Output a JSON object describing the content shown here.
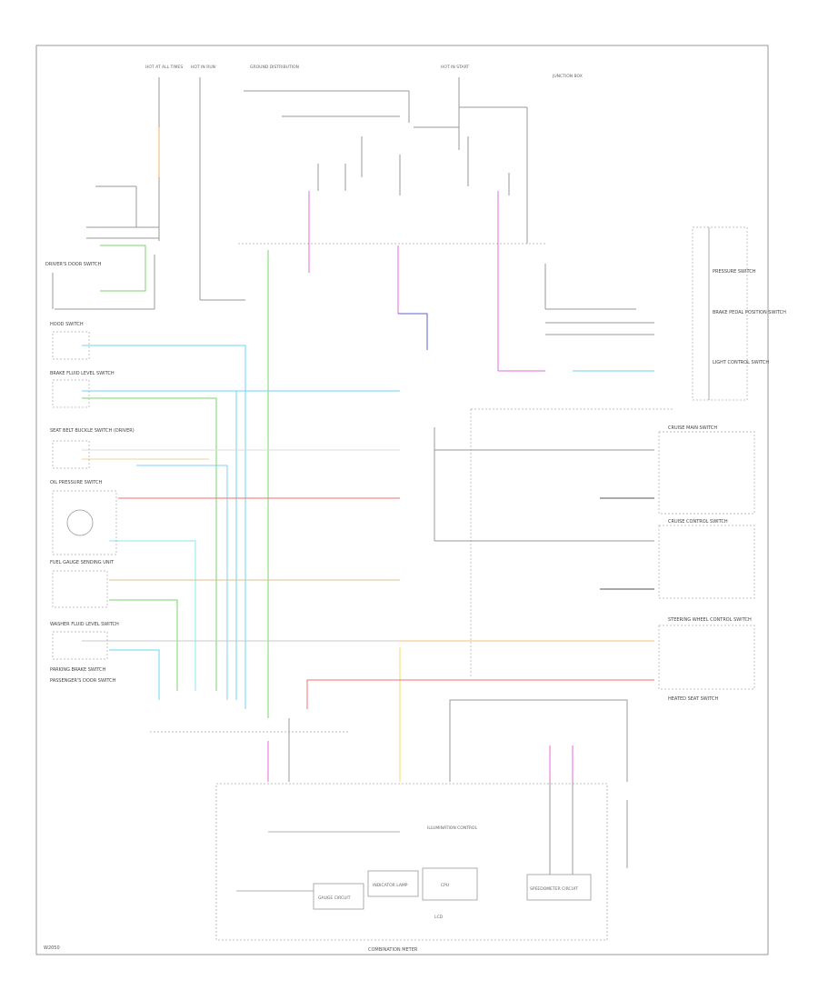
{
  "page_ref": "W2050",
  "footer_label": "COMBINATION METER",
  "colors": {
    "gray": "#9a9a9a",
    "dark": "#555555",
    "orange": "#f0b070",
    "green": "#7ad66a",
    "cyan": "#6fd6f0",
    "magenta": "#e36ee3",
    "blue": "#6060d0",
    "red": "#f07070",
    "yellow": "#f0e060",
    "tan": "#d8b070",
    "lightcyan": "#88e8f0"
  },
  "left_components": [
    {
      "key": "door",
      "label": "DRIVER'S DOOR SWITCH"
    },
    {
      "key": "hood",
      "label": "HOOD SWITCH"
    },
    {
      "key": "brake",
      "label": "BRAKE FLUID LEVEL SWITCH"
    },
    {
      "key": "seatbelt",
      "label": "SEAT BELT BUCKLE SWITCH (DRIVER)"
    },
    {
      "key": "oil",
      "label": "OIL PRESSURE SWITCH"
    },
    {
      "key": "fuel",
      "label": "FUEL GAUGE SENDING UNIT"
    },
    {
      "key": "washer",
      "label": "WASHER FLUID LEVEL SWITCH"
    },
    {
      "key": "park",
      "label": "PARKING BRAKE SWITCH"
    },
    {
      "key": "pass",
      "label": "PASSENGER'S DOOR SWITCH"
    }
  ],
  "right_components": [
    {
      "key": "cruise_main",
      "label": "CRUISE MAIN SWITCH"
    },
    {
      "key": "cruise_ctrl",
      "label": "CRUISE CONTROL SWITCH"
    },
    {
      "key": "steering",
      "label": "STEERING WHEEL CONTROL SWITCH"
    },
    {
      "key": "heated",
      "label": "HEATED SEAT SWITCH"
    },
    {
      "key": "pressure",
      "label": "PRESSURE SWITCH"
    },
    {
      "key": "brake_sw",
      "label": "BRAKE PEDAL POSITION SWITCH"
    },
    {
      "key": "light_ctrl",
      "label": "LIGHT CONTROL SWITCH"
    }
  ],
  "top_labels": [
    {
      "key": "hot_bat",
      "label": "HOT AT ALL TIMES"
    },
    {
      "key": "hot_run",
      "label": "HOT IN RUN"
    },
    {
      "key": "ground",
      "label": "GROUND DISTRIBUTION"
    },
    {
      "key": "hot_start",
      "label": "HOT IN START"
    },
    {
      "key": "junction",
      "label": "JUNCTION BOX"
    }
  ],
  "internal_blocks": [
    {
      "key": "ecu",
      "label": "CPU"
    },
    {
      "key": "gauge",
      "label": "GAUGE CIRCUIT"
    },
    {
      "key": "illum",
      "label": "ILLUMINATION CONTROL"
    },
    {
      "key": "indicator",
      "label": "INDICATOR LAMP"
    },
    {
      "key": "lcd",
      "label": "LCD"
    },
    {
      "key": "amp",
      "label": "SPEEDOMETER CIRCUIT"
    }
  ]
}
